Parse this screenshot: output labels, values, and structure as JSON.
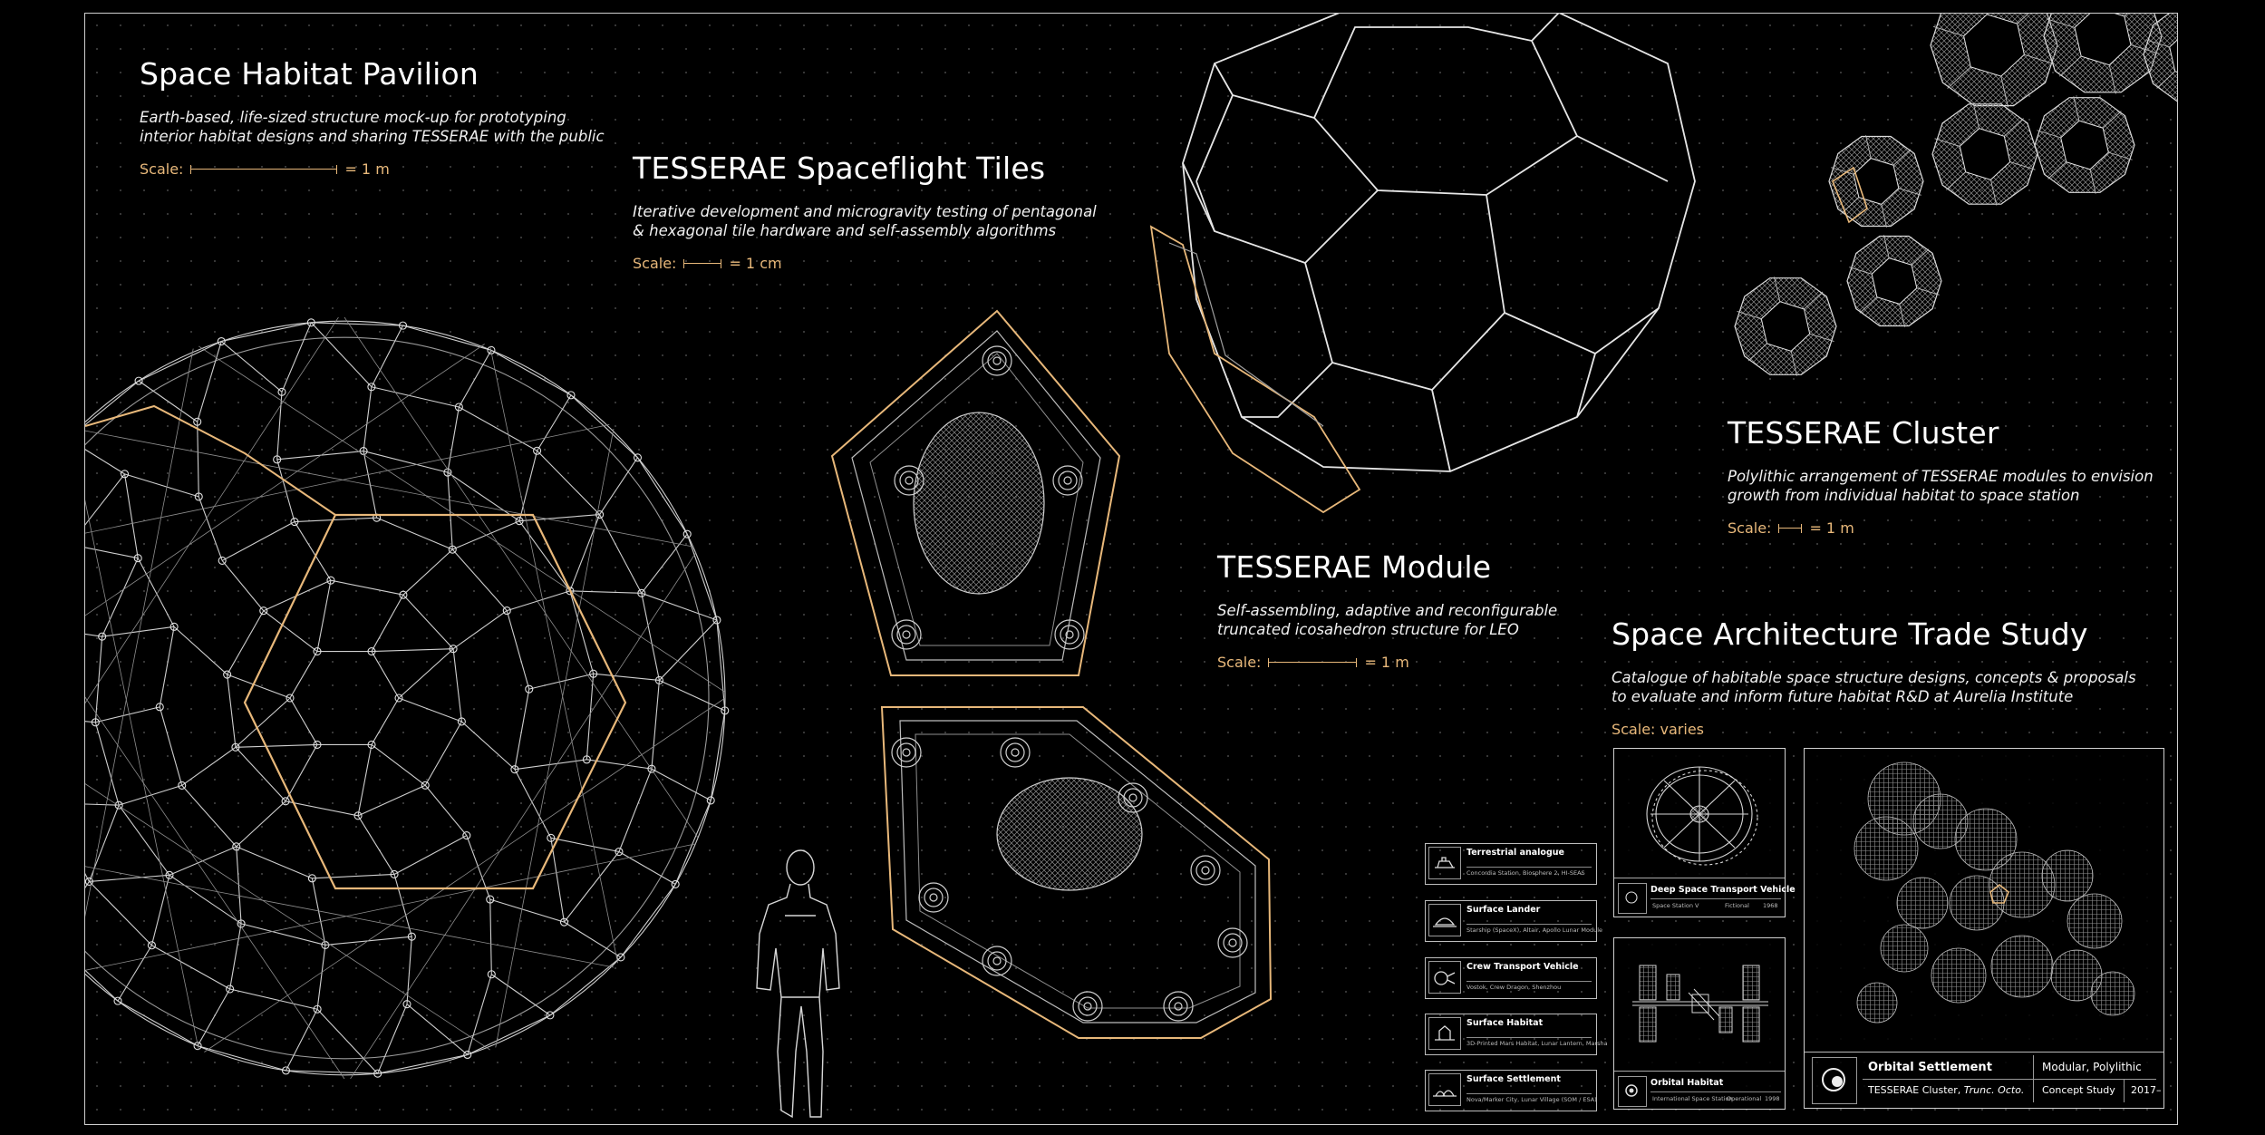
{
  "pavilion": {
    "title": "Space Habitat Pavilion",
    "desc_line1": "Earth-based, life-sized structure mock-up for prototyping",
    "desc_line2": "interior habitat designs and sharing TESSERAE with the public",
    "scale_label": "Scale:",
    "scale_value": "= 1 m"
  },
  "tiles": {
    "title": "TESSERAE Spaceflight Tiles",
    "desc_line1": "Iterative development and microgravity testing of pentagonal",
    "desc_line2": "& hexagonal tile hardware and self-assembly algorithms",
    "scale_label": "Scale:",
    "scale_value": "= 1 cm"
  },
  "module": {
    "title": "TESSERAE Module",
    "desc_line1": "Self-assembling, adaptive and reconfigurable",
    "desc_line2": "truncated icosahedron structure for LEO",
    "scale_label": "Scale:",
    "scale_value": "= 1 m"
  },
  "cluster": {
    "title": "TESSERAE Cluster",
    "desc_line1": "Polylithic arrangement of TESSERAE modules to envision",
    "desc_line2": "growth from individual habitat to space station",
    "scale_label": "Scale:",
    "scale_value": "= 1 m"
  },
  "trade_study": {
    "title": "Space Architecture Trade Study",
    "desc_line1": "Catalogue of habitable space structure designs, concepts & proposals",
    "desc_line2": "to evaluate and inform future habitat R&D at Aurelia Institute",
    "scale_text": "Scale: varies"
  },
  "legend": [
    {
      "name": "Terrestrial analogue",
      "sub": "Concordia Station, Biosphere 2, HI-SEAS"
    },
    {
      "name": "Surface Lander",
      "sub": "Starship (SpaceX), Altair, Apollo Lunar Module"
    },
    {
      "name": "Crew Transport Vehicle",
      "sub": "Vostok, Crew Dragon, Shenzhou"
    },
    {
      "name": "Surface Habitat",
      "sub": "3D-Printed Mars Habitat, Lunar Lantern, Marsha"
    },
    {
      "name": "Surface Settlement",
      "sub": "Nova/Marker City, Lunar Village (SOM / ESA)"
    }
  ],
  "cards": {
    "dstv": {
      "name": "Deep Space Transport Vehicle",
      "col1": "Space Station V",
      "col2": "Fictional",
      "col3": "1968"
    },
    "orbital_habitat": {
      "name": "Orbital Habitat",
      "col1": "International Space Station",
      "col2": "Operational",
      "col3": "1998"
    },
    "settlement": {
      "name": "Orbital Settlement",
      "type": "Modular, Polylithic",
      "subject_a": "TESSERAE Cluster, ",
      "subject_b": "Trunc. Octo.",
      "status": "Concept Study",
      "year": "2017–"
    }
  },
  "colors": {
    "accent": "#e8b87a",
    "line": "#d9d9d9",
    "background": "#000000"
  }
}
